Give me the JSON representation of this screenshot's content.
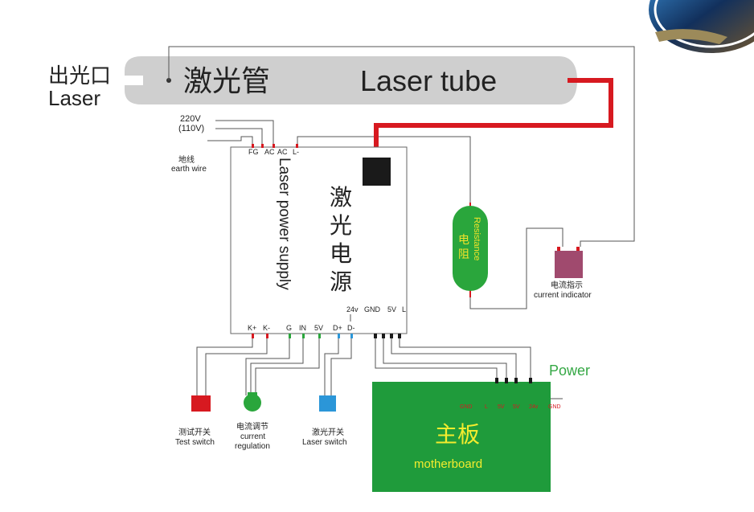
{
  "laser_tube": {
    "outlet_cn": "出光口",
    "outlet_en": "Laser",
    "name_cn": "激光管",
    "name_en": "Laser tube"
  },
  "mains": {
    "v220": "220V",
    "v110": "(110V)",
    "earth_cn": "地线",
    "earth_en": "earth wire"
  },
  "psu": {
    "name_cn": "激光电源",
    "name_en": "Laser power supply",
    "top_terminals": [
      "FG",
      "AC",
      "AC",
      "L-"
    ],
    "right_terminals": [
      "24v",
      "GND",
      "5V",
      "L"
    ],
    "bottom_terminals": [
      "K+",
      "K-",
      "G",
      "IN",
      "5V",
      "D+",
      "D-"
    ]
  },
  "resistor": {
    "label_cn": "电阻",
    "label_en": "Resistance"
  },
  "indicator": {
    "label_cn": "电流指示",
    "label_en": "current indicator"
  },
  "controls": {
    "test_switch_cn": "测试开关",
    "test_switch_en": "Test switch",
    "regulation_cn": "电流调节",
    "regulation_en_1": "current",
    "regulation_en_2": "regulation",
    "laser_switch_cn": "激光开关",
    "laser_switch_en": "Laser switch"
  },
  "motherboard": {
    "power_label": "Power",
    "name_cn": "主板",
    "name_en": "motherboard",
    "terminals": [
      "GND",
      "L",
      "5V",
      "5V",
      "24v",
      "GND"
    ]
  },
  "colors": {
    "tube": "#cfcfcf",
    "hv_wire": "#d71920",
    "resistor": "#2aa63c",
    "resistor_text": "#f2e22a",
    "indicator": "#a04a6e",
    "test_switch": "#d71920",
    "regulation_knob": "#2aa63c",
    "laser_switch": "#2b96d8",
    "motherboard": "#1f9b3b",
    "motherboard_text": "#f4ec2e",
    "power_label": "#35a845"
  }
}
